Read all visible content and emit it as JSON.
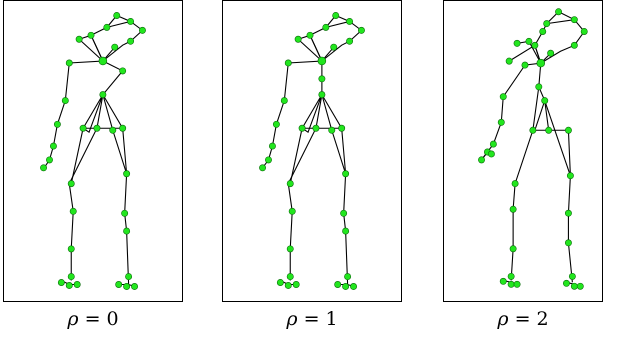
{
  "colors": {
    "joint": "#22e61e",
    "bone": "#000000",
    "frame": "#000000"
  },
  "panels": [
    {
      "caption_var": "ρ",
      "caption_eq": "= 0"
    },
    {
      "caption_var": "ρ",
      "caption_eq": "= 1"
    },
    {
      "caption_var": "ρ",
      "caption_eq": "= 2"
    }
  ]
}
